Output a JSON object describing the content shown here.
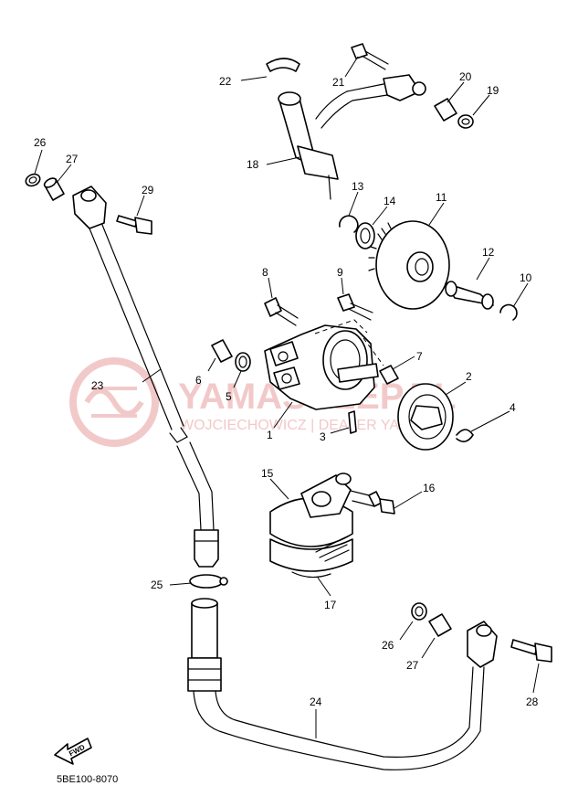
{
  "watermark": {
    "title": "YAMASKLEP.PL",
    "subtitle": "WOJCIECHOWICZ | DEALER YAMAHA"
  },
  "diagram_code": "5BE100-8070",
  "fwd_label": "FWD",
  "callouts": {
    "p1": "1",
    "p2": "2",
    "p3": "3",
    "p4": "4",
    "p5": "5",
    "p6": "6",
    "p7": "7",
    "p8": "8",
    "p9": "9",
    "p10": "10",
    "p11": "11",
    "p12": "12",
    "p13": "13",
    "p14": "14",
    "p15": "15",
    "p16": "16",
    "p17": "17",
    "p18": "18",
    "p19": "19",
    "p20": "20",
    "p21": "21",
    "p22": "22",
    "p23": "23",
    "p24": "24",
    "p25": "25",
    "p26a": "26",
    "p26b": "26",
    "p27a": "27",
    "p27b": "27",
    "p28": "28",
    "p29": "29"
  }
}
